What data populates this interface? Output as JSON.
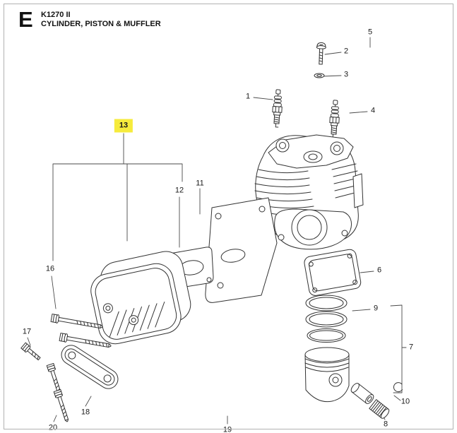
{
  "header": {
    "section_letter": "E",
    "model": "K1270 II",
    "title": "CYLINDER, PISTON & MUFFLER"
  },
  "diagram": {
    "highlighted_callout": "13",
    "highlight_color": "#F6EB3C",
    "line_color": "#333333"
  },
  "callouts": {
    "1": {
      "label": "1"
    },
    "2": {
      "label": "2"
    },
    "3": {
      "label": "3"
    },
    "4": {
      "label": "4"
    },
    "5": {
      "label": "5"
    },
    "6": {
      "label": "6"
    },
    "7": {
      "label": "7"
    },
    "8": {
      "label": "8"
    },
    "9": {
      "label": "9"
    },
    "10": {
      "label": "10"
    },
    "11": {
      "label": "11"
    },
    "12": {
      "label": "12"
    },
    "13": {
      "label": "13"
    },
    "16": {
      "label": "16"
    },
    "17": {
      "label": "17"
    },
    "18": {
      "label": "18"
    },
    "19": {
      "label": "19"
    },
    "20": {
      "label": "20"
    }
  }
}
